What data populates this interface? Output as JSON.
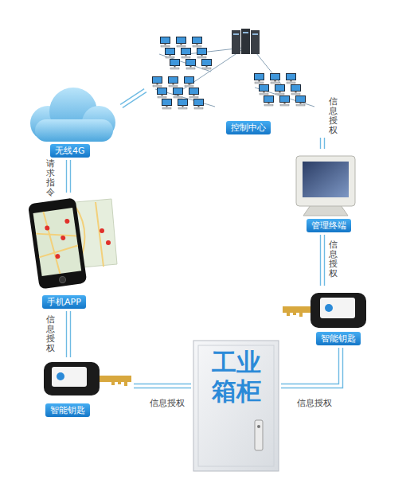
{
  "diagram": {
    "nodes": [
      {
        "text": [
          "控制中心"
        ]
      },
      {
        "text": [
          "无线4G"
        ]
      },
      {
        "text": [
          "管理终端"
        ]
      },
      {
        "text": [
          "手机APP"
        ]
      },
      {
        "text": [
          "智能钥匙"
        ]
      },
      {
        "text": [
          "工业箱柜"
        ]
      },
      {
        "text": [
          "智能钥匙"
        ]
      }
    ],
    "edges": [
      {
        "from": 1,
        "to": 0,
        "arrow": "none"
      },
      {
        "from": 0,
        "to": 2,
        "label": "信息授权",
        "arrow": "none"
      },
      {
        "from": 1,
        "to": 3,
        "label": "请求指令",
        "arrow": "none"
      },
      {
        "from": 2,
        "to": 4,
        "label": "信息授权",
        "arrow": "none"
      },
      {
        "from": 3,
        "to": 6,
        "label": "信息授权",
        "arrow": "none"
      },
      {
        "from": 4,
        "to": 5,
        "label": "信息授权",
        "arrow": "none"
      },
      {
        "from": 6,
        "to": 5,
        "label": "信息授权",
        "arrow": "none"
      }
    ]
  }
}
